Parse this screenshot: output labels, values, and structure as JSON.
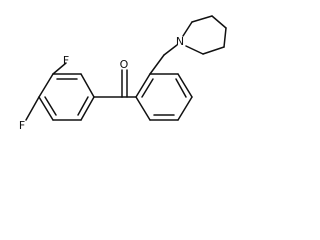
{
  "molecule": {
    "atoms": {
      "fluorine_top": "F",
      "fluorine_bottom": "F",
      "oxygen": "O",
      "nitrogen": "N"
    },
    "colors": {
      "bond": "#111111",
      "label": "#111111",
      "background": "#ffffff"
    }
  }
}
